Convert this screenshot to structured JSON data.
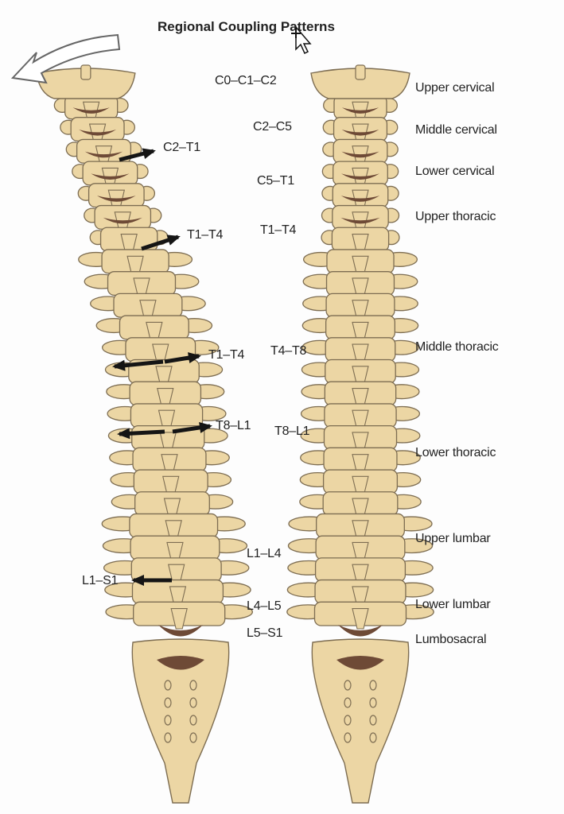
{
  "title": "Regional Coupling Patterns",
  "colors": {
    "bone": "#ecd6a4",
    "outline": "#7d6d52",
    "disc": "#6e4a36",
    "arrow": "#151515"
  },
  "left_spine_annotations": [
    {
      "label": "C2–T1",
      "arrow": "right"
    },
    {
      "label": "T1–T4",
      "arrow": "right"
    },
    {
      "label": "T1–T4",
      "arrow": "both"
    },
    {
      "label": "T8–L1",
      "arrow": "both"
    },
    {
      "label": "L1–S1",
      "arrow": "left"
    }
  ],
  "segment_labels": [
    "C0–C1–C2",
    "C2–C5",
    "C5–T1",
    "T1–T4",
    "T4–T8",
    "T8–L1",
    "L1–L4",
    "L4–L5",
    "L5–S1"
  ],
  "region_labels": [
    "Upper cervical",
    "Middle cervical",
    "Lower cervical",
    "Upper thoracic",
    "Middle thoracic",
    "Lower thoracic",
    "Upper lumbar",
    "Lower lumbar",
    "Lumbosacral"
  ],
  "rotation_arrow_icon": "curved-arrow-left",
  "cursor_icon": "move-cursor"
}
